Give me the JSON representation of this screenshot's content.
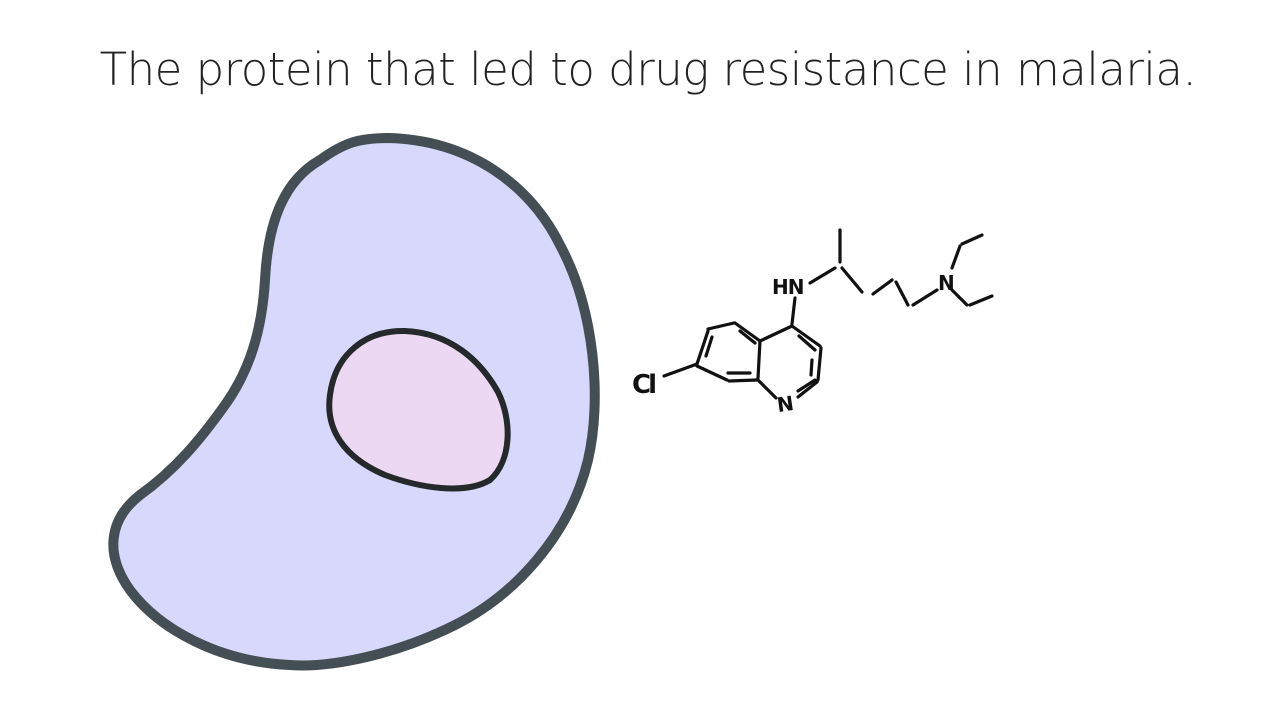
{
  "slide": {
    "title": "The protein that led to drug resistance in malaria."
  },
  "cell": {
    "membrane_color": "#434e55",
    "cytoplasm_color": "#d8d8fc",
    "nucleus_color": "#ecd8f2",
    "nucleus_outline_color": "#25292c"
  },
  "molecule": {
    "atom_labels": {
      "chlorine": "Cl",
      "amine": "HN",
      "ring_nitrogen": "N",
      "tertiary_nitrogen": "N"
    },
    "bond_color": "#111111"
  }
}
